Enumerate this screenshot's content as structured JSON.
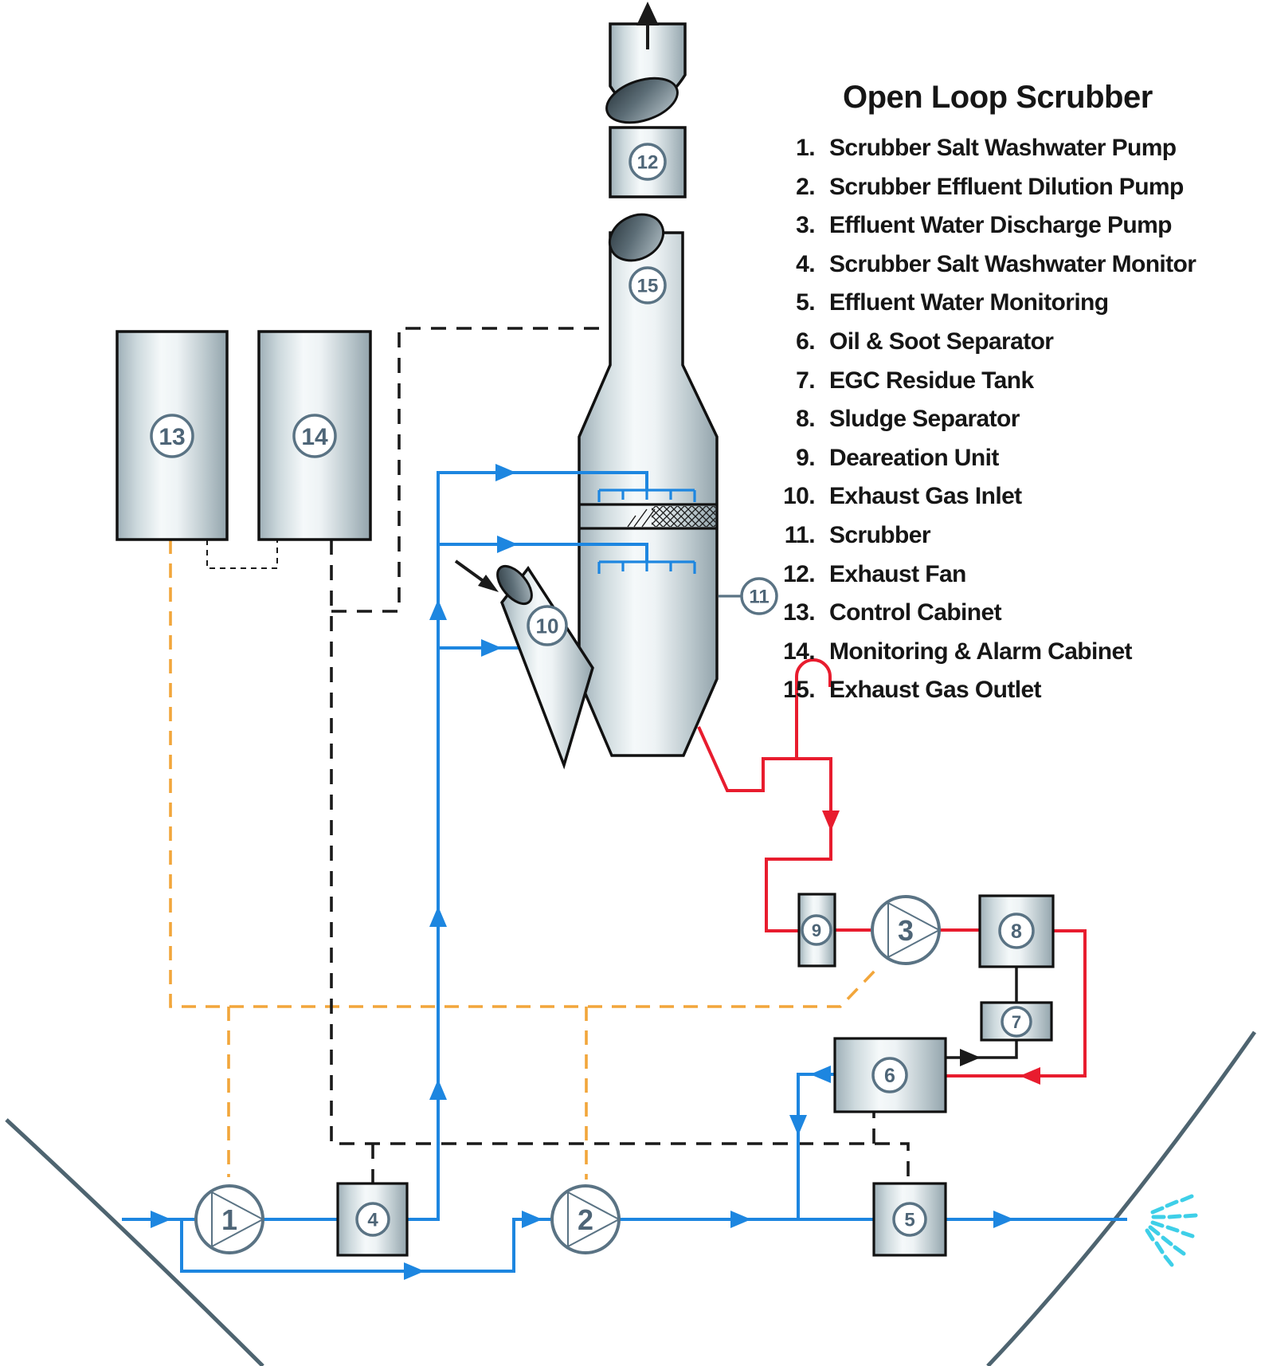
{
  "title": "Open Loop Scrubber",
  "legend": {
    "items": [
      {
        "num": "1.",
        "label": "Scrubber Salt Washwater Pump"
      },
      {
        "num": "2.",
        "label": "Scrubber Effluent Dilution Pump"
      },
      {
        "num": "3.",
        "label": "Effluent Water Discharge Pump"
      },
      {
        "num": "4.",
        "label": "Scrubber Salt Washwater Monitor"
      },
      {
        "num": "5.",
        "label": "Effluent Water Monitoring"
      },
      {
        "num": "6.",
        "label": "Oil & Soot Separator"
      },
      {
        "num": "7.",
        "label": "EGC Residue Tank"
      },
      {
        "num": "8.",
        "label": "Sludge Separator"
      },
      {
        "num": "9.",
        "label": "Deareation Unit"
      },
      {
        "num": "10.",
        "label": "Exhaust Gas Inlet"
      },
      {
        "num": "11.",
        "label": "Scrubber"
      },
      {
        "num": "12.",
        "label": "Exhaust Fan"
      },
      {
        "num": "13.",
        "label": "Control Cabinet"
      },
      {
        "num": "14.",
        "label": "Monitoring & Alarm Cabinet"
      },
      {
        "num": "15.",
        "label": "Exhaust Gas Outlet"
      }
    ]
  },
  "components": {
    "c1": "1",
    "c2": "2",
    "c3": "3",
    "c4": "4",
    "c5": "5",
    "c6": "6",
    "c7": "7",
    "c8": "8",
    "c9": "9",
    "c10": "10",
    "c11": "11",
    "c12": "12",
    "c13": "13",
    "c14": "14",
    "c15": "15"
  },
  "colors": {
    "washwater_blue": "#1d86e0",
    "effluent_red": "#e81c2e",
    "control_orange": "#f2a63b",
    "signal_black": "#1a1a1a",
    "hull_gray": "#4e6470",
    "label_gray": "#5a7384",
    "spray_cyan": "#3ecfe8"
  }
}
